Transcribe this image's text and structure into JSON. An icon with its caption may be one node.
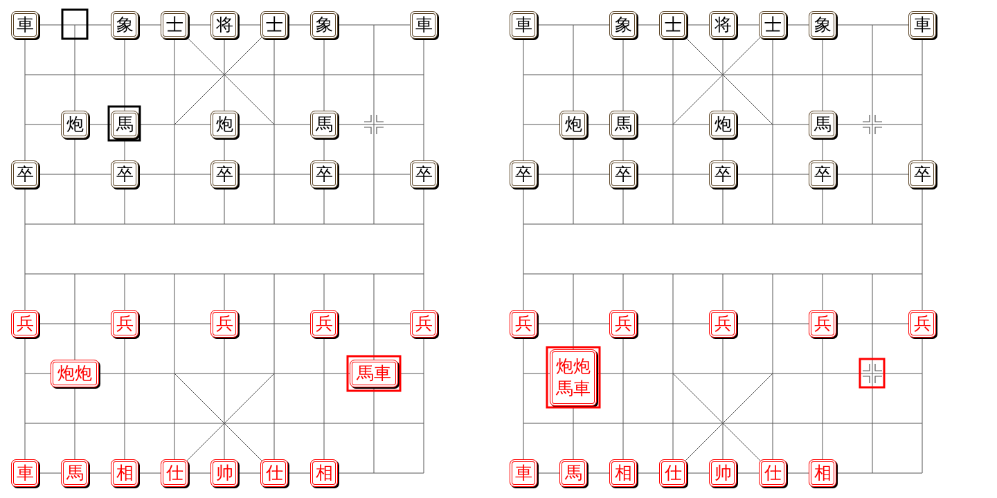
{
  "diagram": {
    "nodes": [
      {
        "text": [
          "車"
        ]
      },
      {
        "text": [
          "象"
        ]
      },
      {
        "text": [
          "士"
        ]
      },
      {
        "text": [
          "将"
        ]
      },
      {
        "text": [
          "士"
        ]
      },
      {
        "text": [
          "象"
        ]
      },
      {
        "text": [
          "車"
        ]
      },
      {
        "text": [
          "炮"
        ]
      },
      {
        "text": [
          "馬"
        ]
      },
      {
        "text": [
          "炮"
        ]
      },
      {
        "text": [
          "馬"
        ]
      },
      {
        "text": [
          "卒"
        ]
      },
      {
        "text": [
          "卒"
        ]
      },
      {
        "text": [
          "卒"
        ]
      },
      {
        "text": [
          "卒"
        ]
      },
      {
        "text": [
          "卒"
        ]
      },
      {
        "text": [
          "兵"
        ]
      },
      {
        "text": [
          "兵"
        ]
      },
      {
        "text": [
          "兵"
        ]
      },
      {
        "text": [
          "兵"
        ]
      },
      {
        "text": [
          "兵"
        ]
      },
      {
        "text": [
          "炮炮"
        ]
      },
      {
        "text": [
          "馬車"
        ]
      },
      {
        "text": [
          "車"
        ]
      },
      {
        "text": [
          "馬"
        ]
      },
      {
        "text": [
          "相"
        ]
      },
      {
        "text": [
          "仕"
        ]
      },
      {
        "text": [
          "帅"
        ]
      },
      {
        "text": [
          "仕"
        ]
      },
      {
        "text": [
          "相"
        ]
      },
      {
        "text": [
          "車"
        ]
      },
      {
        "text": [
          "象"
        ]
      },
      {
        "text": [
          "士"
        ]
      },
      {
        "text": [
          "将"
        ]
      },
      {
        "text": [
          "士"
        ]
      },
      {
        "text": [
          "象"
        ]
      },
      {
        "text": [
          "車"
        ]
      },
      {
        "text": [
          "炮"
        ]
      },
      {
        "text": [
          "馬"
        ]
      },
      {
        "text": [
          "炮"
        ]
      },
      {
        "text": [
          "馬"
        ]
      },
      {
        "text": [
          "卒"
        ]
      },
      {
        "text": [
          "卒"
        ]
      },
      {
        "text": [
          "卒"
        ]
      },
      {
        "text": [
          "卒"
        ]
      },
      {
        "text": [
          "卒"
        ]
      },
      {
        "text": [
          "兵"
        ]
      },
      {
        "text": [
          "兵"
        ]
      },
      {
        "text": [
          "兵"
        ]
      },
      {
        "text": [
          "兵"
        ]
      },
      {
        "text": [
          "兵"
        ]
      },
      {
        "text": [
          "炮炮馬車"
        ]
      },
      {
        "text": [
          "車"
        ]
      },
      {
        "text": [
          "馬"
        ]
      },
      {
        "text": [
          "相"
        ]
      },
      {
        "text": [
          "仕"
        ]
      },
      {
        "text": [
          "帅"
        ]
      },
      {
        "text": [
          "仕"
        ]
      },
      {
        "text": [
          "相"
        ]
      }
    ]
  }
}
